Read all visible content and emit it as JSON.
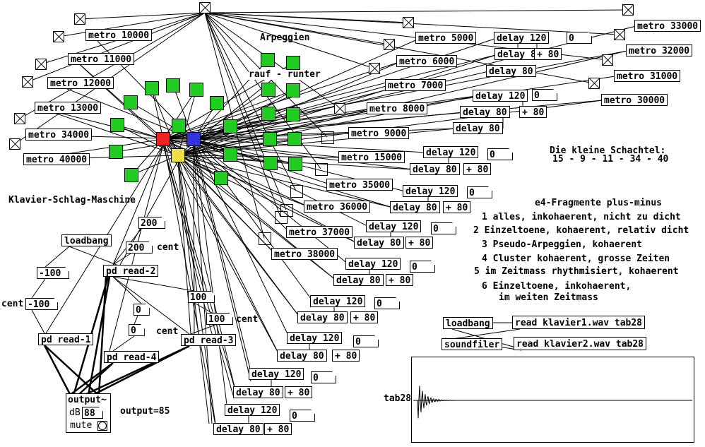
{
  "title_comment": "Arpeggien",
  "rauf_runter": "rauf - runter",
  "machine_name": "Klavier-Schlag-Maschine",
  "kleine_schachtel": {
    "line1": "Die kleine Schachtel:",
    "line2": "15 - 9 - 11 - 34 - 40"
  },
  "fragments": {
    "heading": "e4-Fragmente plus-minus",
    "lines": [
      "1 alles, inkohaerent, nicht zu dicht",
      "2 Einzeltoene, kohaerent, relativ dicht",
      "3 Pseudo-Arpeggien, kohaerent",
      "4 Cluster kohaerent, grosse Zeiten",
      "5 im Zeitmass rhythmisiert, kohaerent",
      "6 Einzeltoene, inkohaerent,",
      "im weiten Zeitmass"
    ]
  },
  "metros_left": [
    "metro 10000",
    "metro 11000",
    "metro 12000",
    "metro 13000",
    "metro 34000",
    "metro 40000"
  ],
  "metros_right": [
    "metro 33000",
    "metro 32000",
    "metro 31000",
    "metro 30000"
  ],
  "metros_mid": [
    "metro 5000",
    "metro 6000",
    "metro 7000",
    "metro 8000",
    "metro 9000",
    "metro 15000",
    "metro 35000",
    "metro 36000",
    "metro 37000",
    "metro 38000"
  ],
  "delay_120": "delay 120",
  "delay_80": "delay 80",
  "plus_80": "+ 80",
  "zero": "0",
  "loadbang": "loadbang",
  "soundfiler": "soundfiler",
  "read_1": "read klavier1.wav tab28",
  "read_2": "read klavier2.wav tab28",
  "pd_read_1": "pd read-1",
  "pd_read_2": "pd read-2",
  "pd_read_3": "pd read-3",
  "pd_read_4": "pd read-4",
  "num_200": "200",
  "num_minus_100": "-100",
  "num_100": "100",
  "cent": "cent",
  "output_obj": "output~",
  "db_label": "dB",
  "db_value": "88",
  "mute_label": "mute",
  "output_comment": "output=85",
  "table_name": "tab28",
  "colors": {
    "green": "#22cc22",
    "red": "#ee2222",
    "blue": "#3333dd",
    "yellow": "#eedd44"
  }
}
